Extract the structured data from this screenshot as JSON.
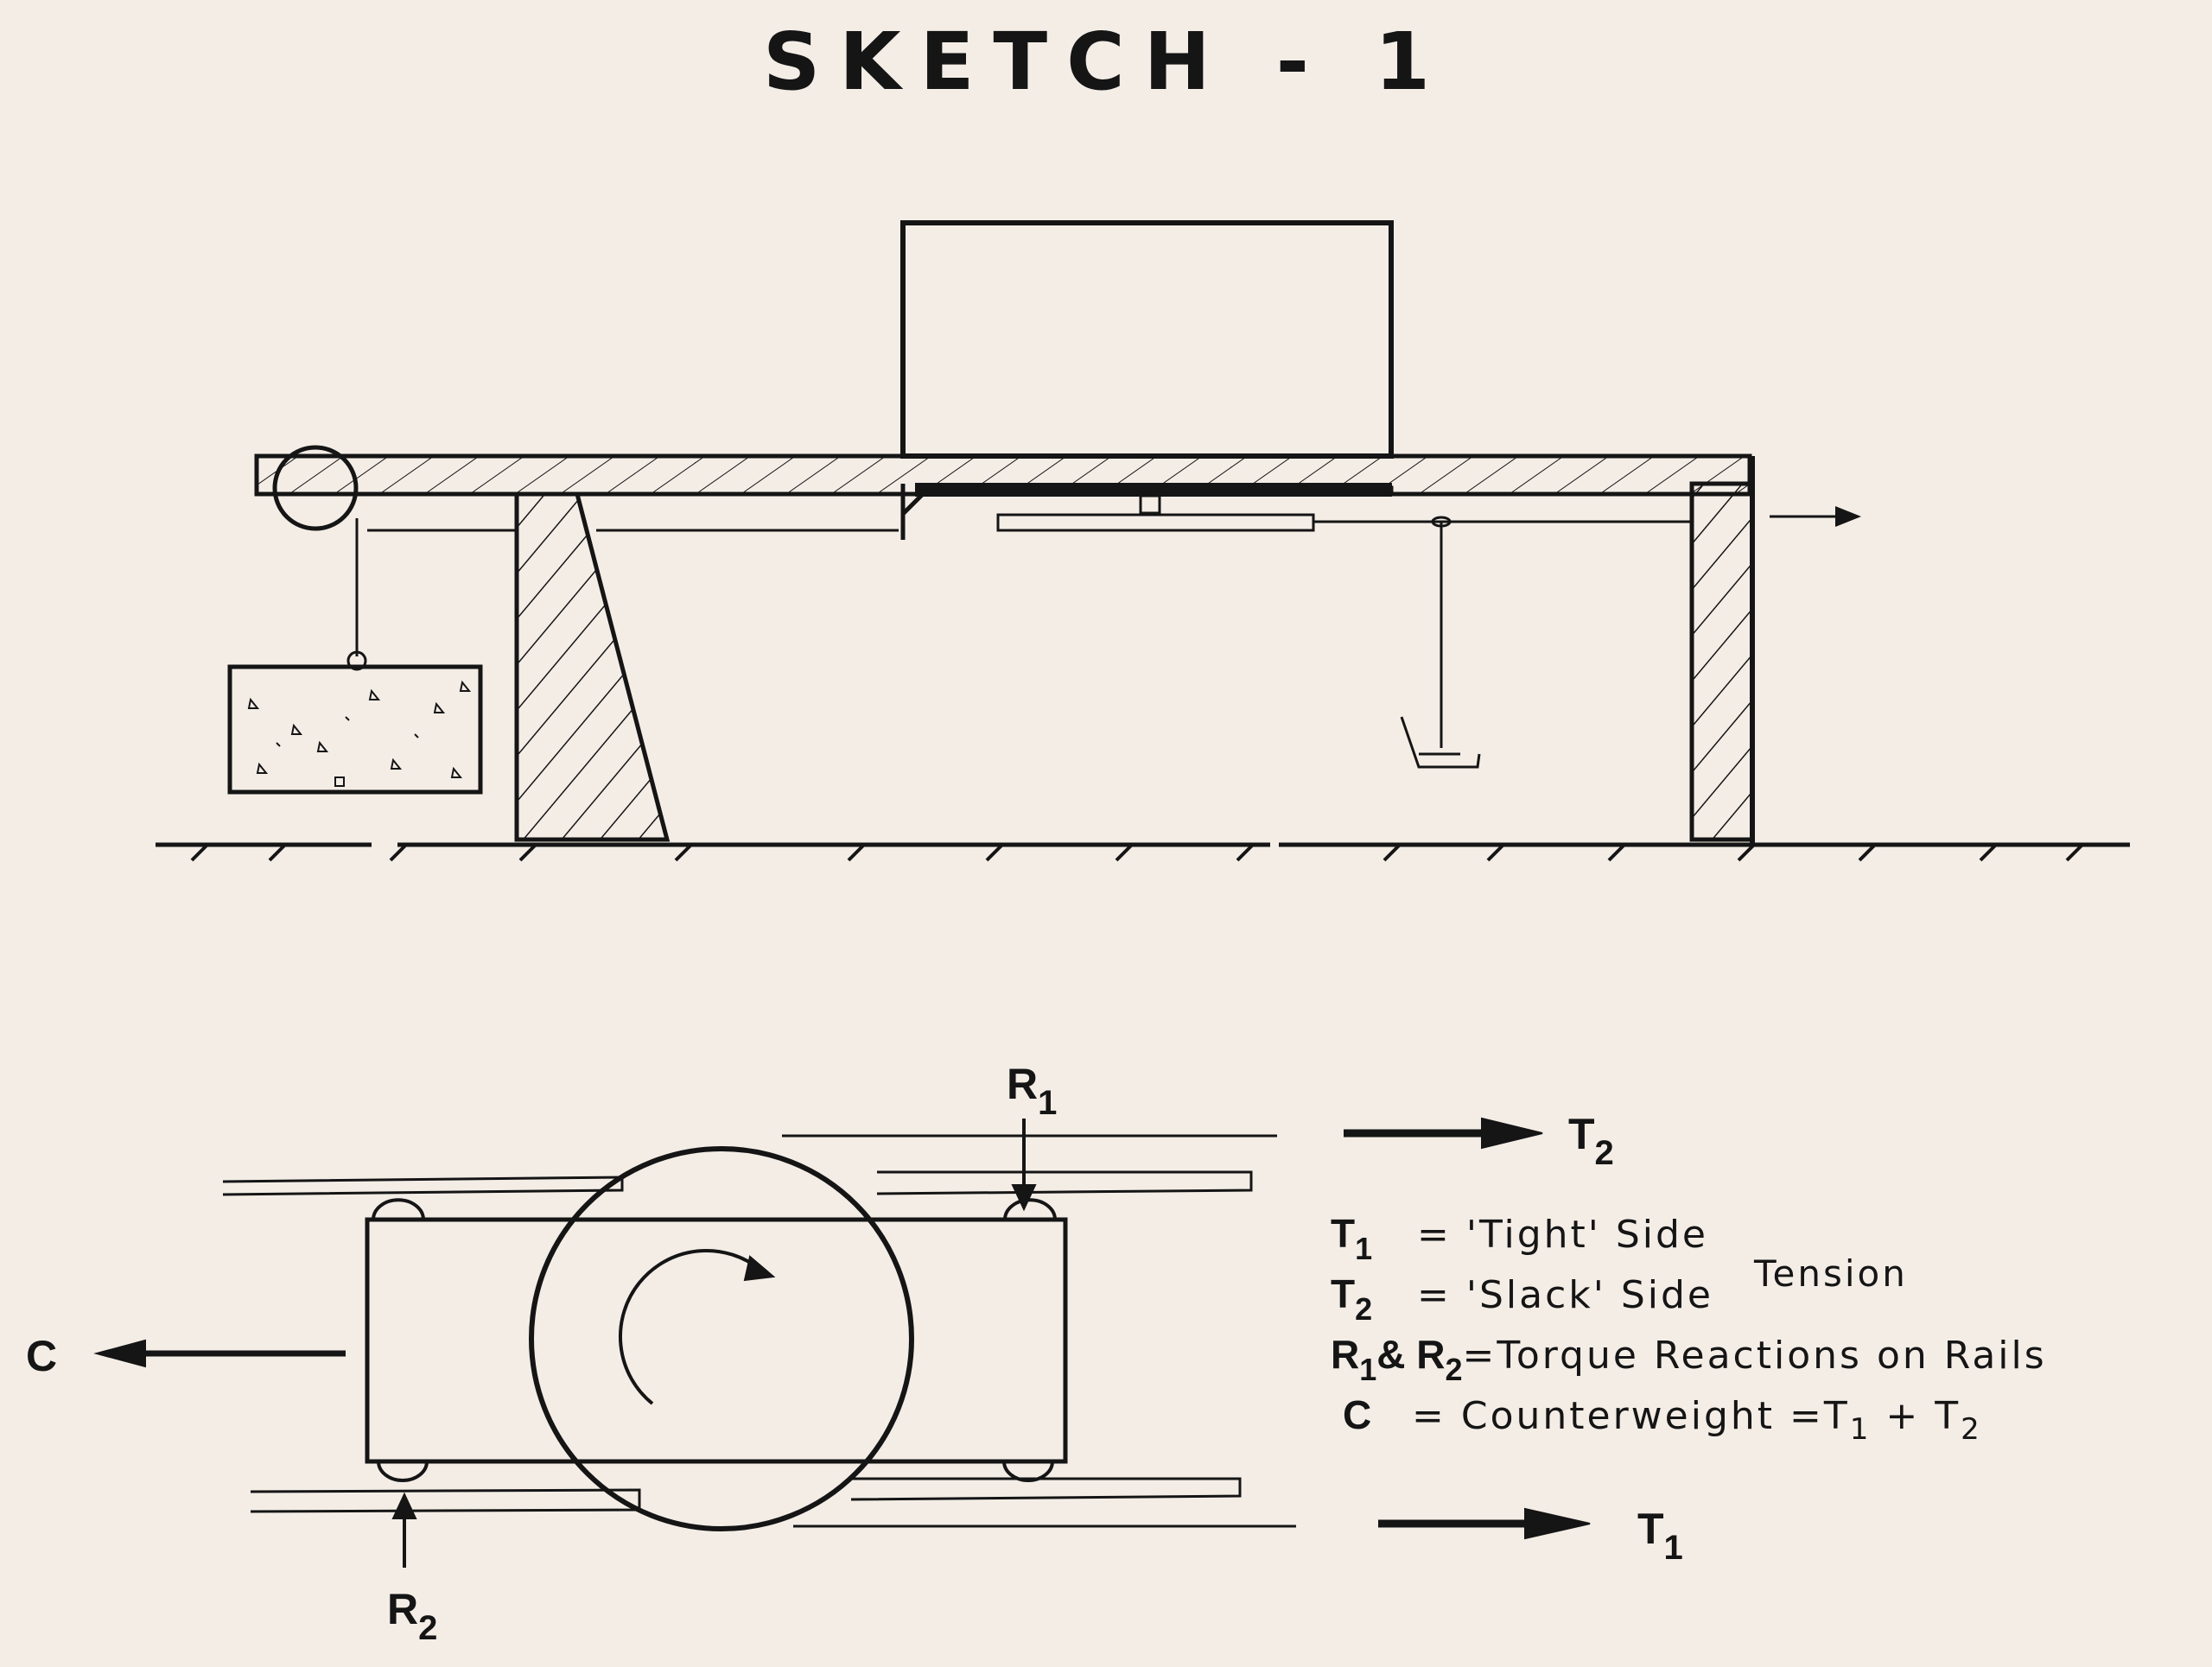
{
  "title": "SKETCH - 1",
  "labels": {
    "r1_main": "R",
    "r1_sub": "1",
    "r2_main": "R",
    "r2_sub": "2",
    "t2_main": "T",
    "t2_sub": "2",
    "t1_main": "T",
    "t1_sub": "1",
    "c": "C"
  },
  "legend": {
    "t1_sym": "T",
    "t1_sub": "1",
    "t1_text": "= 'Tight'  Side",
    "t2_sym": "T",
    "t2_sub": "2",
    "t2_text": "= 'Slack'  Side",
    "tension": "Tension",
    "r_sym1": "R",
    "r_sub1": "1",
    "r_amp": "&",
    "r_sym2": "R",
    "r_sub2": "2",
    "r_text": "=Torque  Reactions  on Rails",
    "c_sym": "C",
    "c_text_a": "=  Counterweight =T",
    "c_text_sub1": "1",
    "c_text_b": " + T",
    "c_text_sub2": "2"
  }
}
